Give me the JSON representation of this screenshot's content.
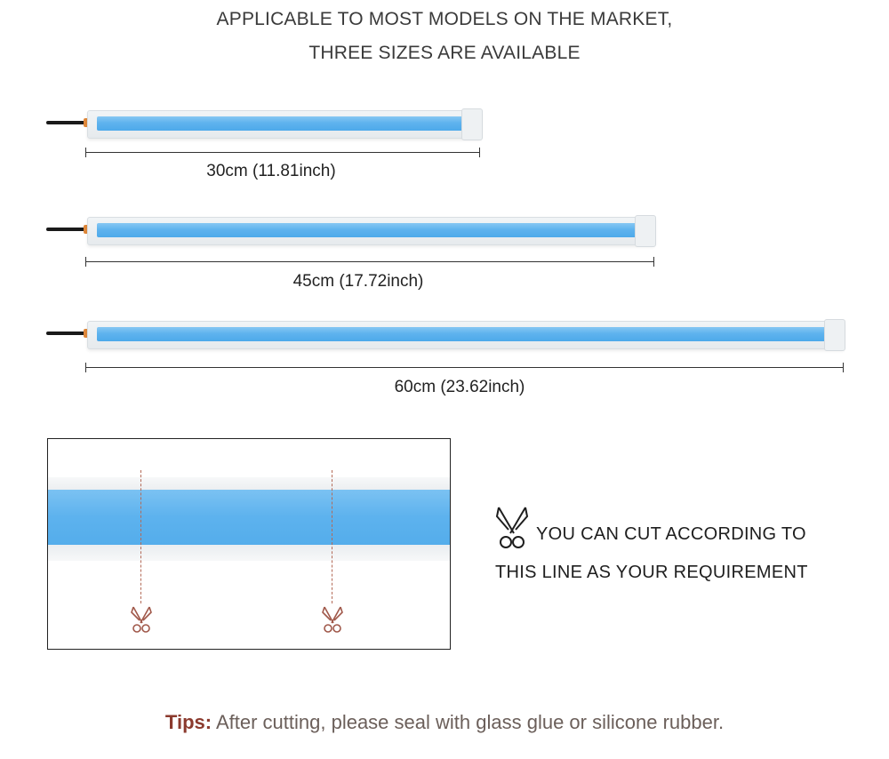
{
  "header": {
    "line1": "APPLICABLE TO MOST MODELS ON THE MARKET,",
    "line2": "THREE SIZES ARE AVAILABLE"
  },
  "sizes": [
    {
      "label": "30cm (11.81inch)"
    },
    {
      "label": "45cm (17.72inch)"
    },
    {
      "label": "60cm (23.62inch)"
    }
  ],
  "cut_instruction": {
    "line1": "YOU CAN CUT ACCORDING TO",
    "line2": "THIS LINE AS YOUR REQUIREMENT",
    "icon": "scissors-icon"
  },
  "tips": {
    "label": "Tips:",
    "text": " After cutting, please seal with glass glue or silicone rubber."
  },
  "colors": {
    "led_blue": "#5fb3ee",
    "tips_label": "#8b3a2e",
    "scissor_accent": "#a0584a"
  }
}
